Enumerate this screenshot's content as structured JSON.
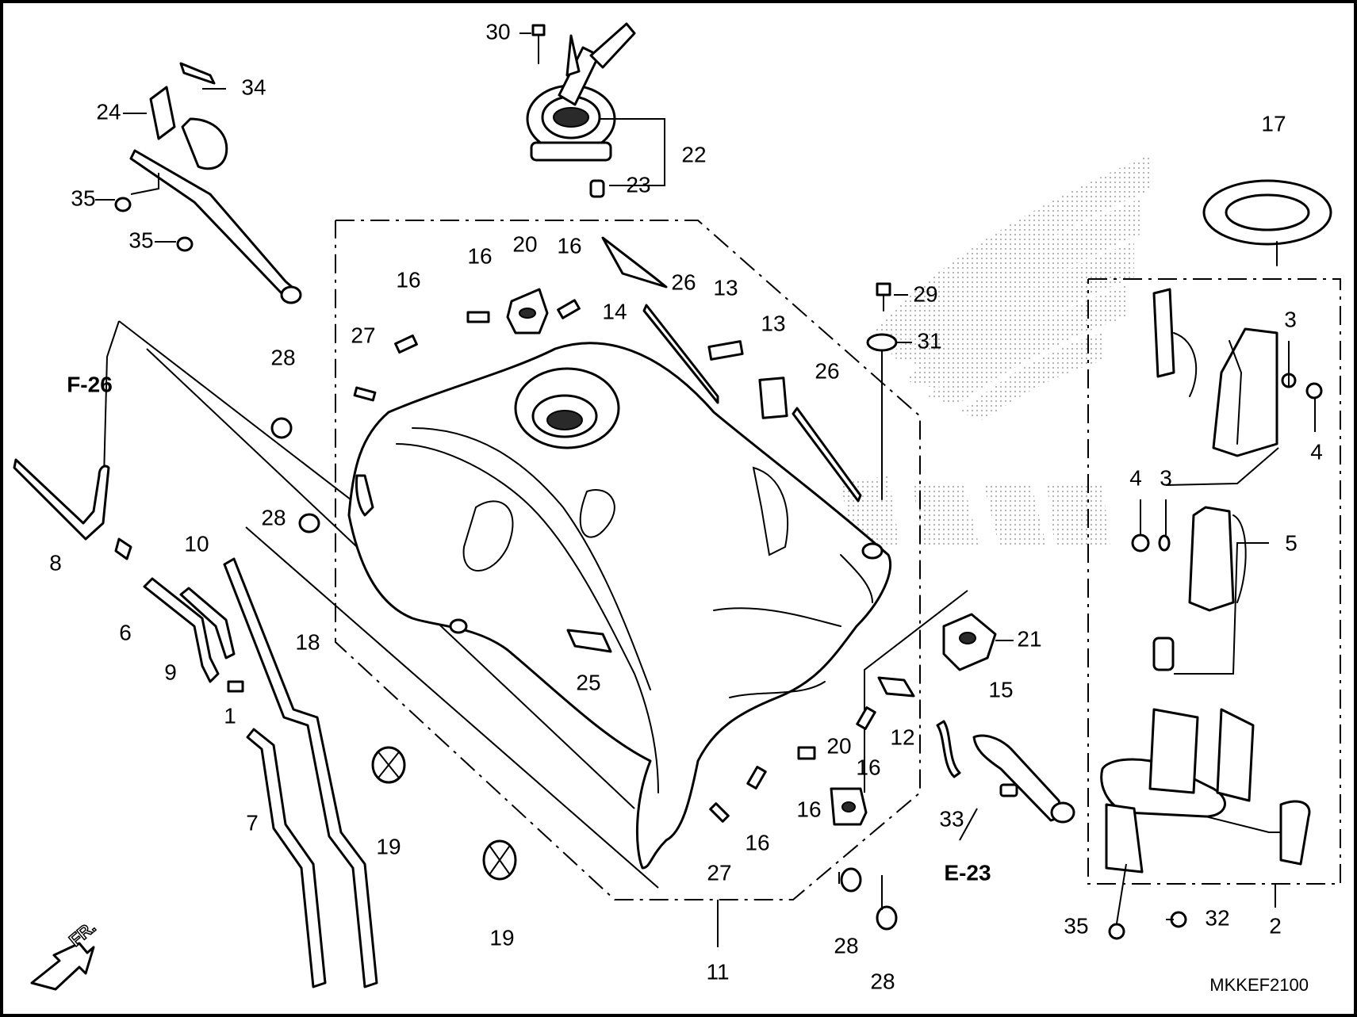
{
  "diagram": {
    "code": "MKKEF2100",
    "front_marker": "FR.",
    "refs": {
      "f26": "F-26",
      "e23": "E-23"
    },
    "labels": {
      "p1": "1",
      "p2": "2",
      "p3a": "3",
      "p3b": "3",
      "p4a": "4",
      "p4b": "4",
      "p5": "5",
      "p6": "6",
      "p7": "7",
      "p8": "8",
      "p9": "9",
      "p10": "10",
      "p11": "11",
      "p12": "12",
      "p13a": "13",
      "p13b": "13",
      "p14": "14",
      "p15": "15",
      "p16a": "16",
      "p16b": "16",
      "p16c": "16",
      "p16d": "16",
      "p16e": "16",
      "p16f": "16",
      "p17": "17",
      "p18": "18",
      "p19a": "19",
      "p19b": "19",
      "p20a": "20",
      "p20b": "20",
      "p21": "21",
      "p22": "22",
      "p23": "23",
      "p24": "24",
      "p25": "25",
      "p26a": "26",
      "p26b": "26",
      "p27a": "27",
      "p27b": "27",
      "p28a": "28",
      "p28b": "28",
      "p28c": "28",
      "p28d": "28",
      "p29": "29",
      "p30": "30",
      "p31": "31",
      "p32": "32",
      "p33": "33",
      "p34": "34",
      "p35a": "35",
      "p35b": "35",
      "p35c": "35"
    }
  }
}
